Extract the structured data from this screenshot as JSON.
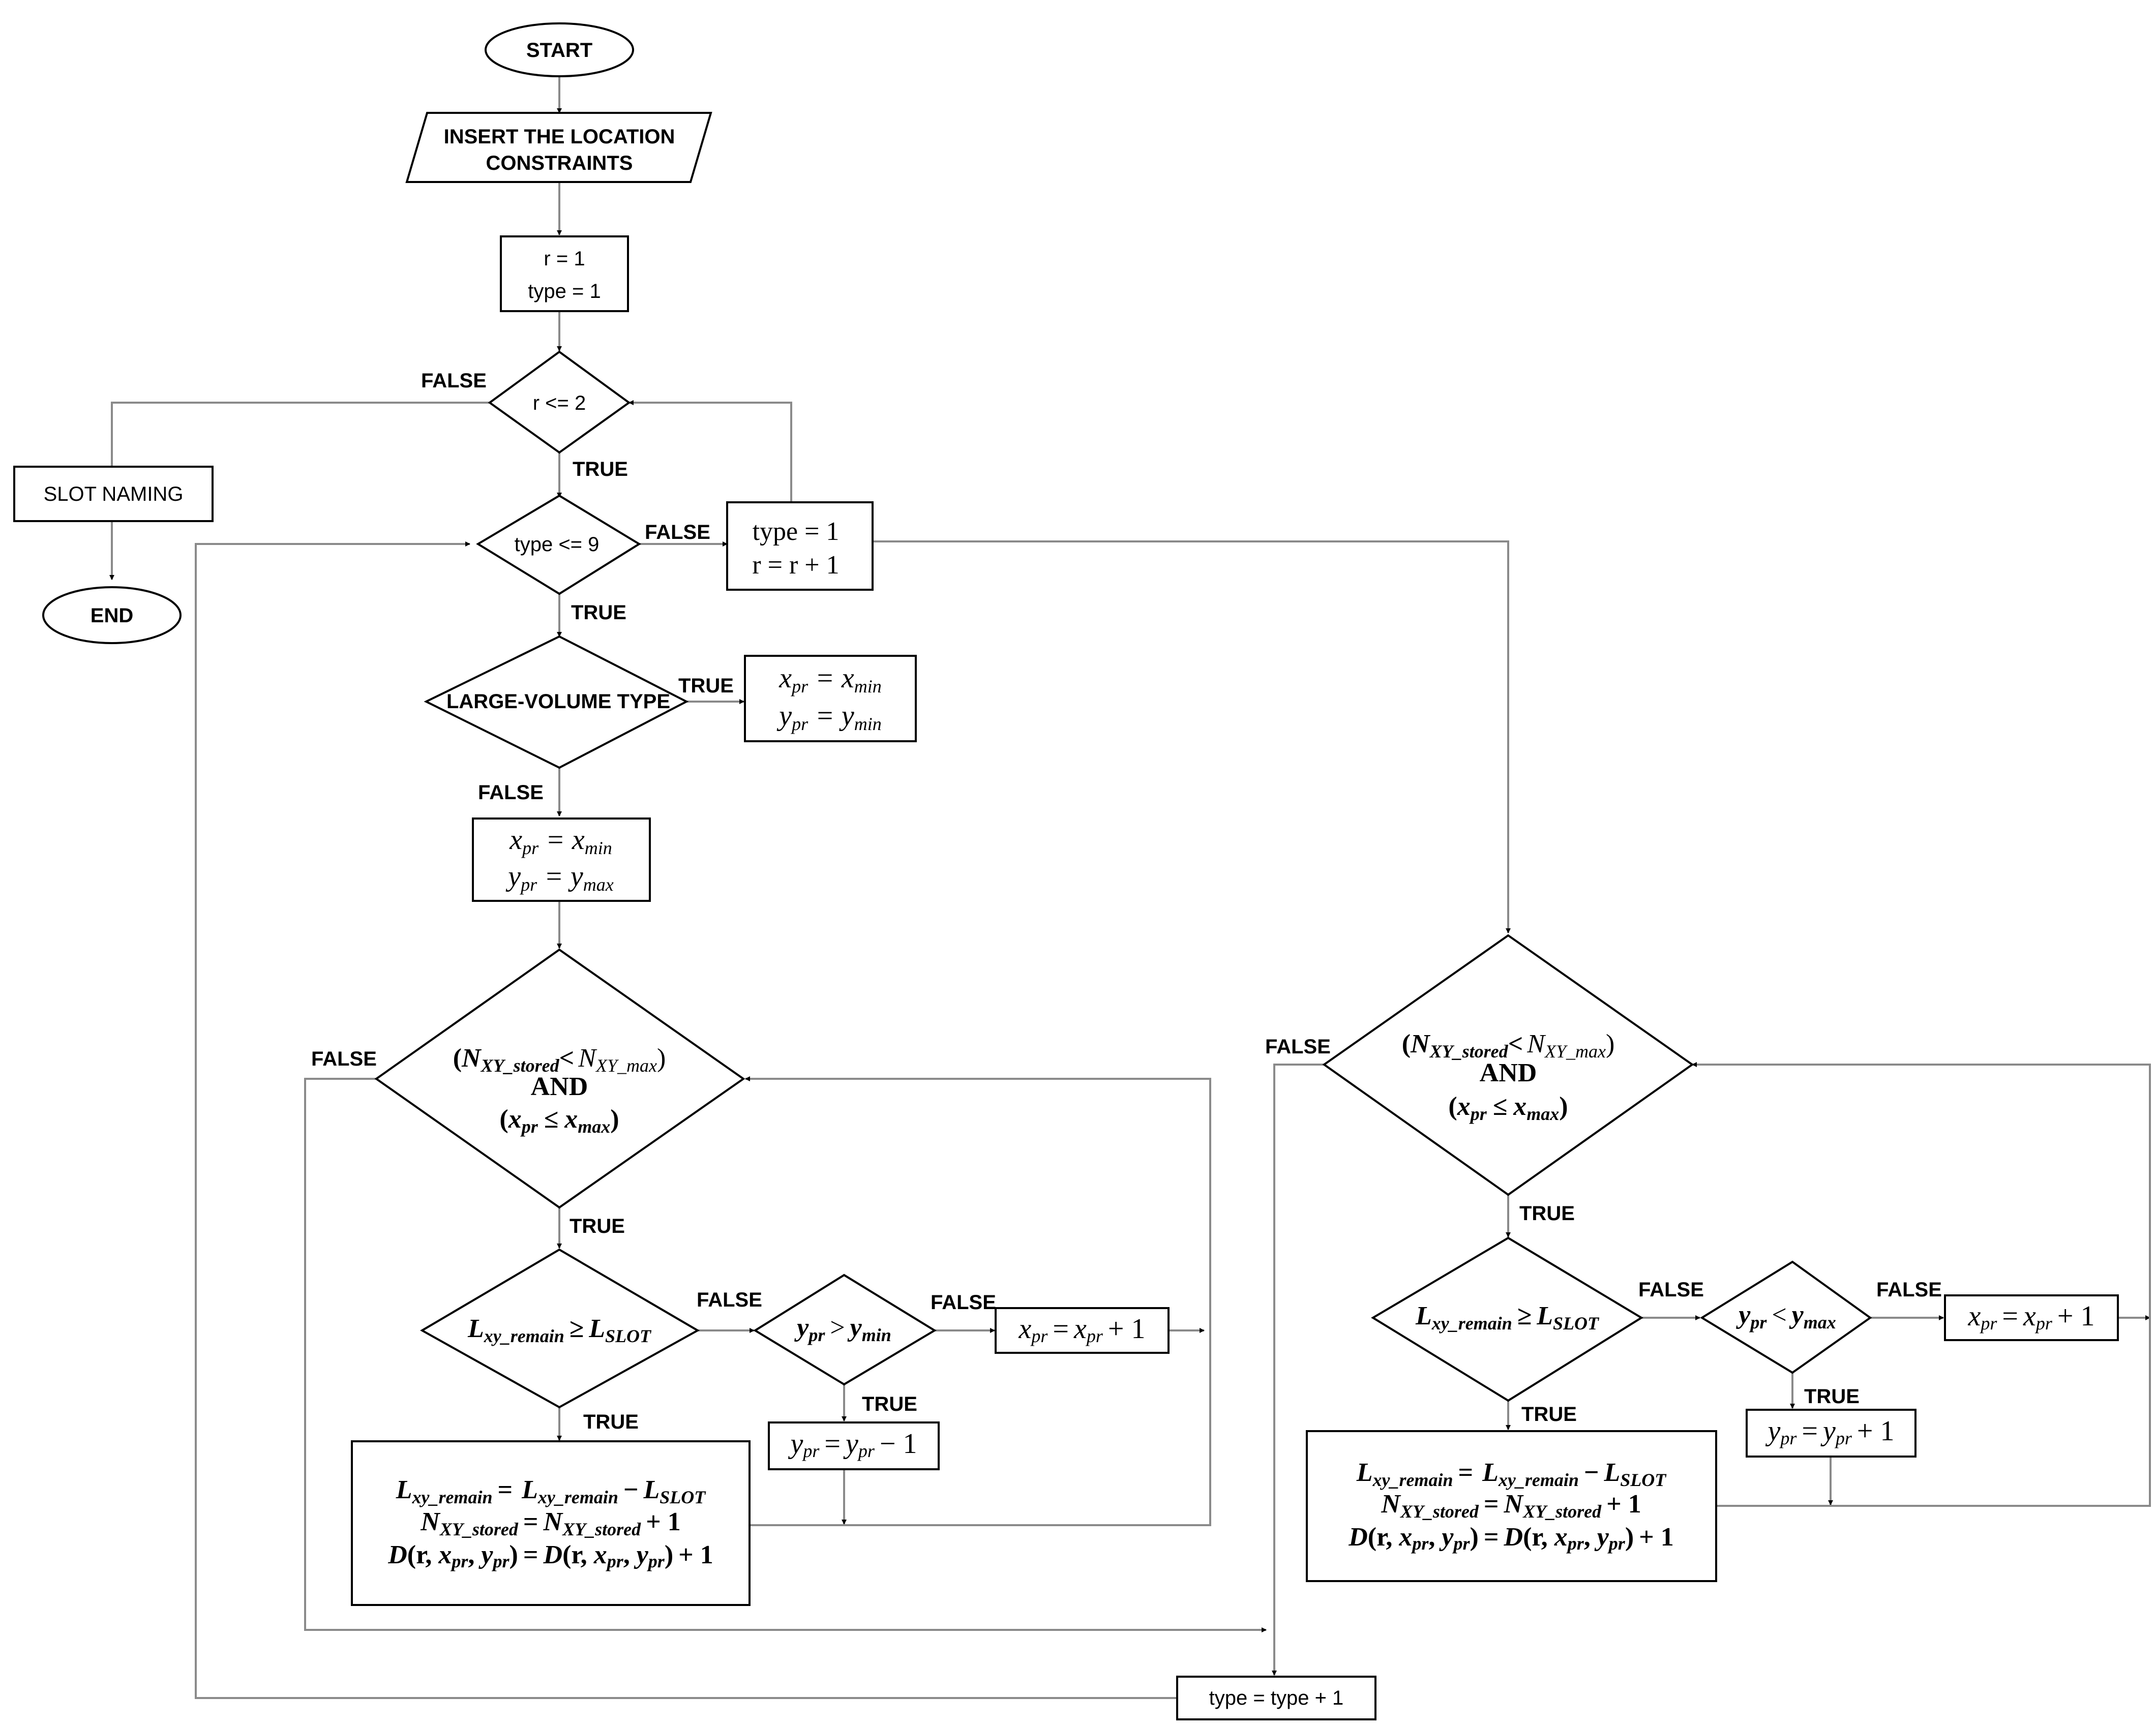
{
  "start": "START",
  "end": "END",
  "insert_constraints": [
    "INSERT THE LOCATION",
    "CONSTRAINTS"
  ],
  "init": [
    "r = 1",
    "type = 1"
  ],
  "cond_r": "r <= 2",
  "slot_naming": "SLOT NAMING",
  "cond_type": "type <= 9",
  "reset_type": [
    "type = 1",
    "r = r + 1"
  ],
  "cond_large_volume": "LARGE-VOLUME TYPE",
  "type_increment": "type = type + 1",
  "edge_true": "TRUE",
  "edge_false": "FALSE",
  "math": {
    "x_pr": "x",
    "y_pr": "y",
    "pr": "pr",
    "min": "min",
    "max": "max",
    "eq": "=",
    "and": "AND",
    "N": "N",
    "L": "L",
    "D": "D",
    "xy_stored": "XY_stored",
    "xy_max": "XY_max",
    "xy_remain": "xy_remain",
    "slot": "SLOT",
    "lt": "<",
    "gt": ">",
    "le": "≤",
    "ge": "≥",
    "plus1": "+ 1",
    "minus1": "− 1",
    "minus": "−"
  }
}
